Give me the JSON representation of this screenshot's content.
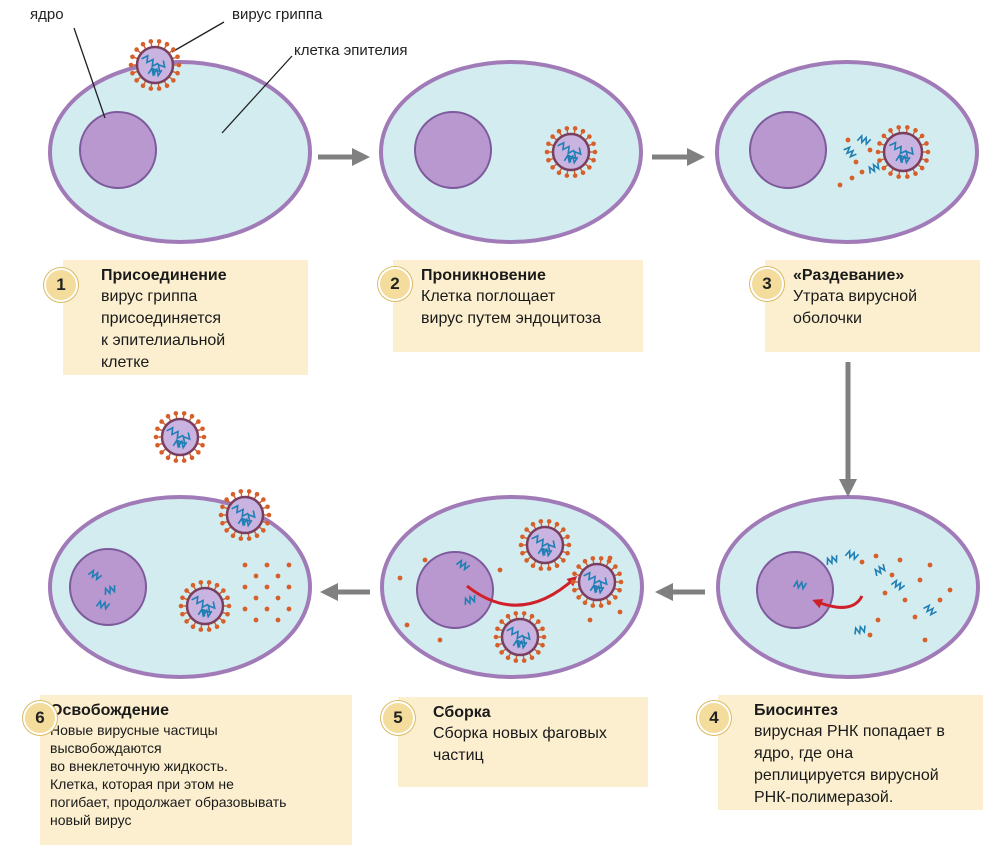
{
  "labels": {
    "nucleus": "ядро",
    "virus": "вирус гриппа",
    "cell": "клетка эпителия"
  },
  "steps": [
    {
      "num": "1",
      "title": "Присоединение",
      "text": "вирус гриппа\nприсоединяется\nк эпителиальной\nклетке"
    },
    {
      "num": "2",
      "title": "Проникновение",
      "text": "Клетка поглощает\nвирус путем эндоцитоза"
    },
    {
      "num": "3",
      "title": "«Раздевание»",
      "text": "Утрата вирусной\nоболочки"
    },
    {
      "num": "4",
      "title": "Биосинтез",
      "text": "вирусная РНК попадает в\nядро, где она\nреплицируется вирусной\nРНК-полимеразой."
    },
    {
      "num": "5",
      "title": "Сборка",
      "text": "Сборка новых фаговых\nчастиц"
    },
    {
      "num": "6",
      "title": "Освобождение",
      "text": "Новые вирусные частицы\nвысвобождаются\nво внеклеточную жидкость.\nКлетка, которая при этом не\nпогибает, продолжает образовывать\nновый вирус"
    }
  ],
  "colors": {
    "cell_fill": "#d3ecf0",
    "cell_border": "#a07bb8",
    "nucleus_fill": "#b898cf",
    "nucleus_border": "#7d5a9c",
    "virus_core": "#c9b3e0",
    "virus_border": "#7a3f5e",
    "spike": "#d65f2a",
    "rna": "#1e7fb5",
    "arrow_gray": "#808080",
    "arrow_red": "#d0202a",
    "box_fill": "#fbefcf"
  }
}
